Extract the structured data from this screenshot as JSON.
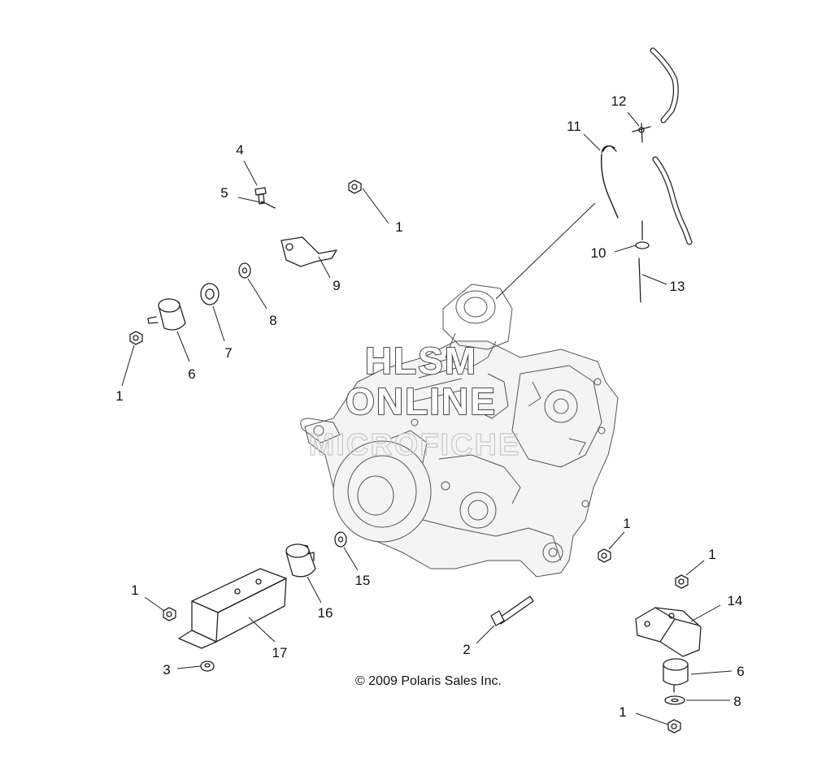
{
  "diagram": {
    "callouts": [
      "1",
      "2",
      "3",
      "4",
      "5",
      "6",
      "7",
      "8",
      "9",
      "10",
      "11",
      "12",
      "13",
      "14",
      "15",
      "16",
      "17"
    ],
    "callout_instances": [
      {
        "id": "4",
        "label": "4"
      },
      {
        "id": "5",
        "label": "5"
      },
      {
        "id": "1a",
        "label": "1"
      },
      {
        "id": "9",
        "label": "9"
      },
      {
        "id": "8a",
        "label": "8"
      },
      {
        "id": "7",
        "label": "7"
      },
      {
        "id": "6a",
        "label": "6"
      },
      {
        "id": "1b",
        "label": "1"
      },
      {
        "id": "11",
        "label": "11"
      },
      {
        "id": "12",
        "label": "12"
      },
      {
        "id": "10",
        "label": "10"
      },
      {
        "id": "13",
        "label": "13"
      },
      {
        "id": "1c",
        "label": "1"
      },
      {
        "id": "15",
        "label": "15"
      },
      {
        "id": "16",
        "label": "16"
      },
      {
        "id": "1d",
        "label": "1"
      },
      {
        "id": "17",
        "label": "17"
      },
      {
        "id": "3",
        "label": "3"
      },
      {
        "id": "2",
        "label": "2"
      },
      {
        "id": "1e",
        "label": "1"
      },
      {
        "id": "14",
        "label": "14"
      },
      {
        "id": "6b",
        "label": "6"
      },
      {
        "id": "8b",
        "label": "8"
      },
      {
        "id": "1f",
        "label": "1"
      }
    ],
    "copyright": "© 2009 Polaris Sales Inc.",
    "watermark": {
      "line1": "HLSM",
      "line2": "ONLINE",
      "line3": "MICROFICHE"
    }
  }
}
